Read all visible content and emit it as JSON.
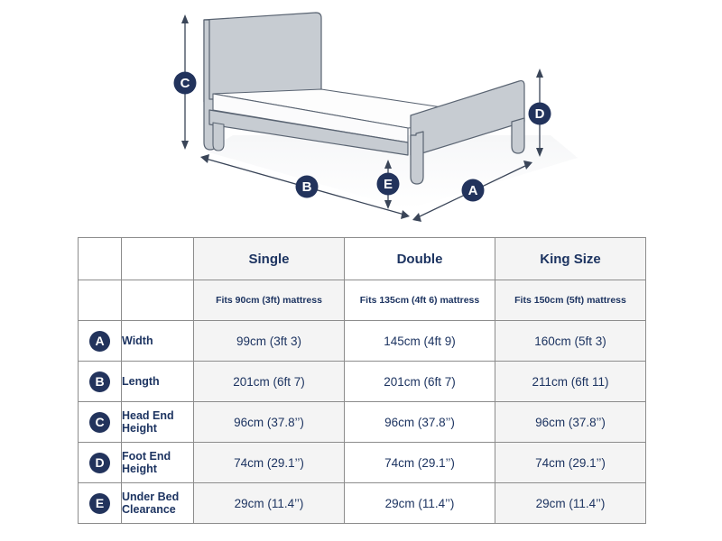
{
  "diagram": {
    "alt": "Isometric bed frame dimension diagram",
    "markers": [
      {
        "key": "C",
        "name": "head-end-height"
      },
      {
        "key": "D",
        "name": "foot-end-height"
      },
      {
        "key": "B",
        "name": "length"
      },
      {
        "key": "A",
        "name": "width"
      },
      {
        "key": "E",
        "name": "under-bed-clearance"
      }
    ],
    "colors": {
      "frame_fill": "#c7ccd2",
      "frame_stroke": "#5a6472",
      "mattress_fill": "#fdfdfd",
      "badge_fill": "#22335c",
      "dimension_line": "#3a4558"
    }
  },
  "table": {
    "columns": [
      "Single",
      "Double",
      "King Size"
    ],
    "subheads": [
      "Fits 90cm (3ft) mattress",
      "Fits 135cm (4ft 6) mattress",
      "Fits 150cm (5ft) mattress"
    ],
    "rows": [
      {
        "badge": "A",
        "label": "Width",
        "values": [
          "99cm (3ft 3)",
          "145cm (4ft 9)",
          "160cm (5ft 3)"
        ]
      },
      {
        "badge": "B",
        "label": "Length",
        "values": [
          "201cm (6ft 7)",
          "201cm (6ft 7)",
          "211cm (6ft 11)"
        ]
      },
      {
        "badge": "C",
        "label": "Head End Height",
        "values": [
          "96cm (37.8’’)",
          "96cm (37.8’’)",
          "96cm (37.8’’)"
        ]
      },
      {
        "badge": "D",
        "label": "Foot End Height",
        "values": [
          "74cm (29.1’’)",
          "74cm (29.1’’)",
          "74cm (29.1’’)"
        ]
      },
      {
        "badge": "E",
        "label": "Under Bed Clearance",
        "values": [
          "29cm (11.4’’)",
          "29cm (11.4’’)",
          "29cm (11.4’’)"
        ]
      }
    ]
  }
}
